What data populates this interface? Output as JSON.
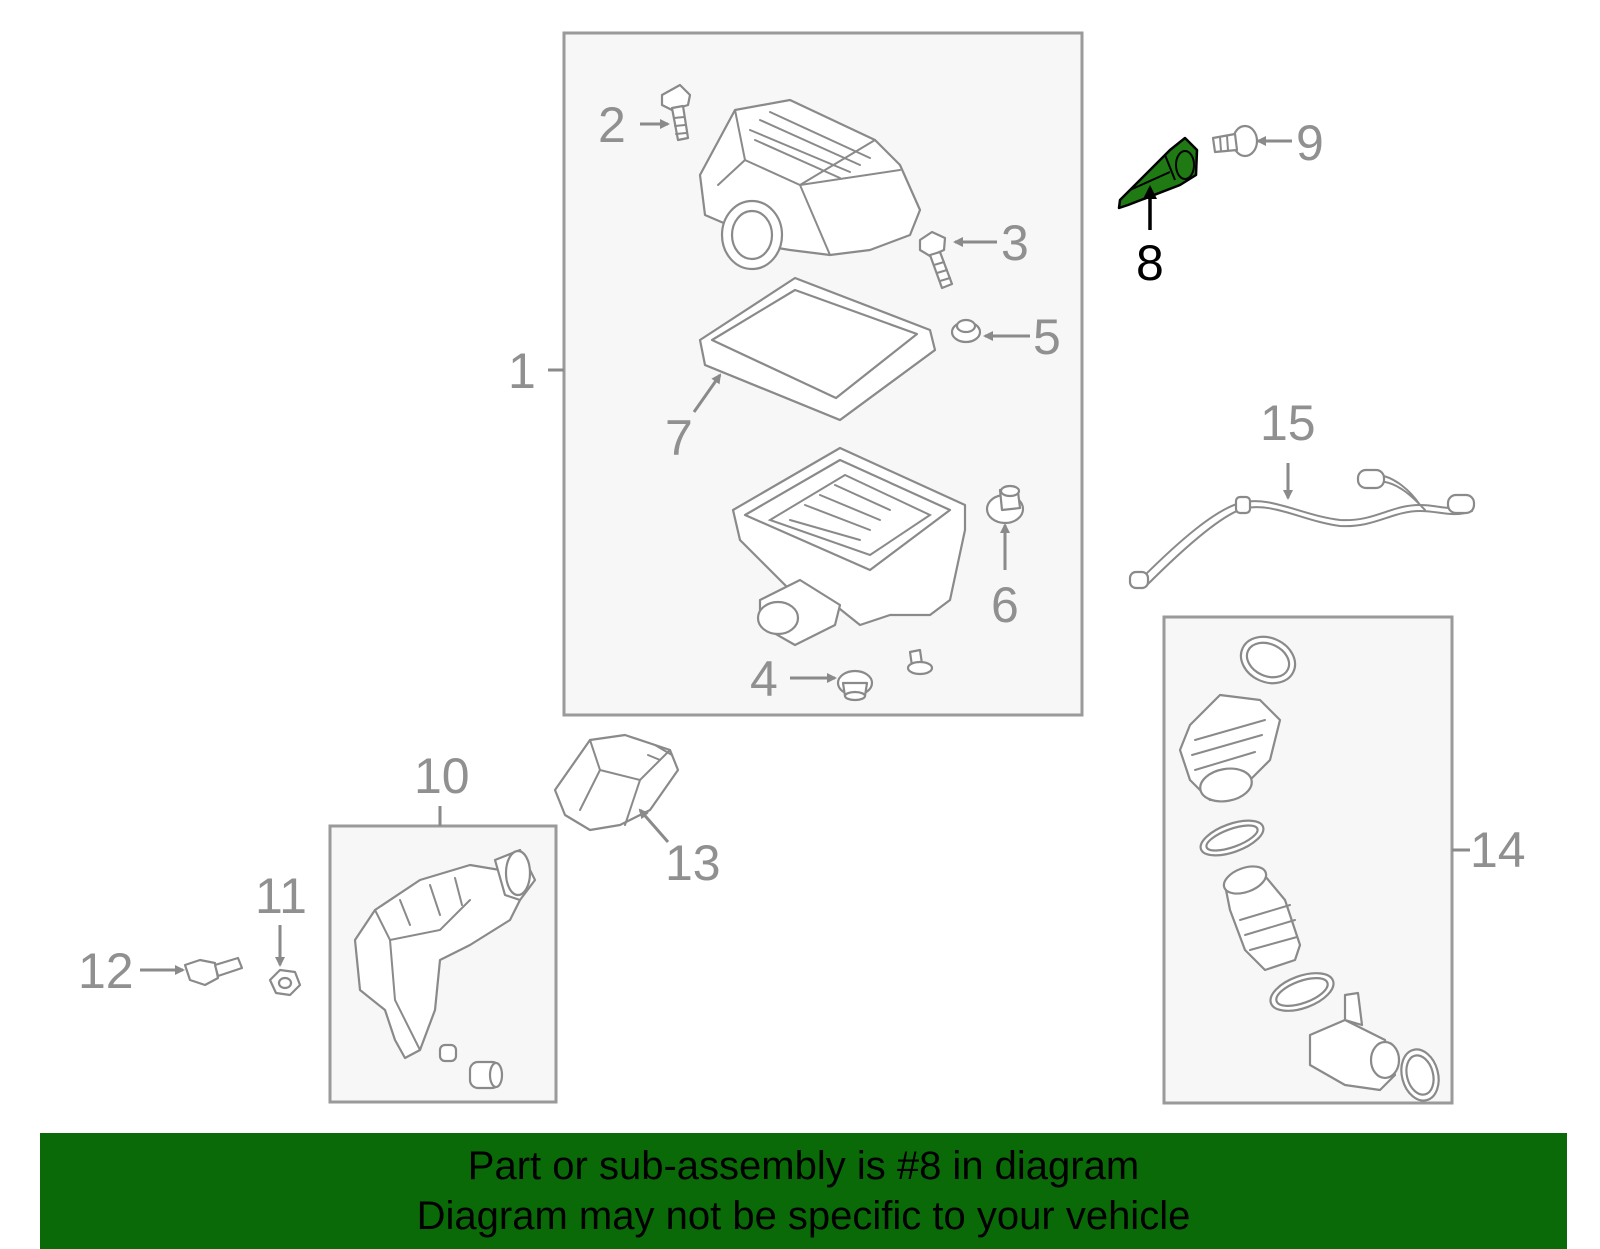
{
  "callouts": {
    "c1": "1",
    "c2": "2",
    "c3": "3",
    "c4": "4",
    "c5": "5",
    "c6": "6",
    "c7": "7",
    "c8": "8",
    "c9": "9",
    "c10": "10",
    "c11": "11",
    "c12": "12",
    "c13": "13",
    "c14": "14",
    "c15": "15"
  },
  "highlighted_part": "8",
  "colors": {
    "highlight_fill": "#1f7a14",
    "banner_background": "#0a6a08",
    "line_gray": "#8a8a8a"
  },
  "banner": {
    "line1": "Part or sub-assembly is #8 in diagram",
    "line2": "Diagram may not be specific to your vehicle"
  }
}
